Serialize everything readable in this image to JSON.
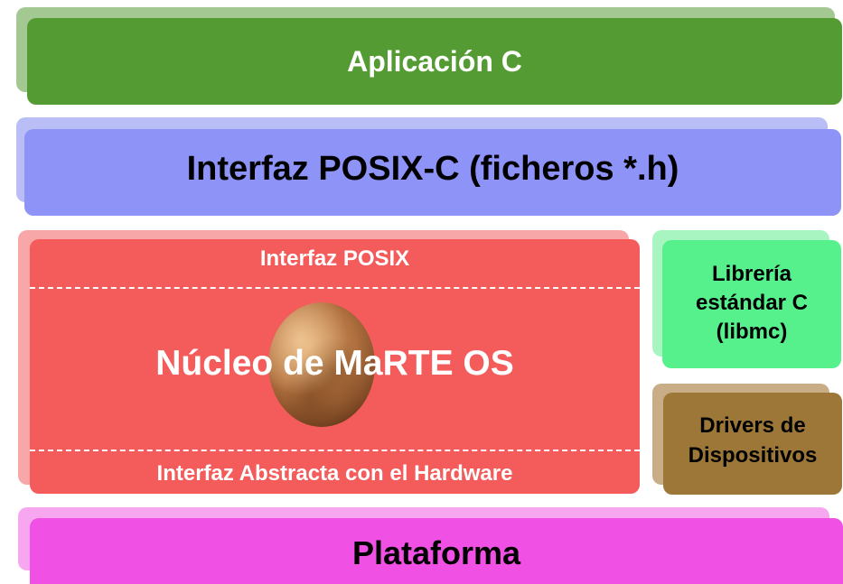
{
  "layers": {
    "app": {
      "label": "Aplicación C"
    },
    "posix_c": {
      "label": "Interfaz POSIX-C (ficheros *.h)"
    },
    "kernel": {
      "top_label": "Interfaz POSIX",
      "main_label": "Núcleo de MaRTE OS",
      "bottom_label": "Interfaz Abstracta con el Hardware"
    },
    "libc": {
      "line1": "Librería",
      "line2": "estándar C",
      "line3": "(libmc)"
    },
    "drivers": {
      "line1": "Drivers de",
      "line2": "Dispositivos"
    },
    "platform": {
      "label": "Plataforma"
    }
  },
  "colors": {
    "app": "#559b33",
    "posix_c": "#8d93f7",
    "kernel": "#f45b5b",
    "libc": "#56f08d",
    "drivers": "#9c7737",
    "platform": "#f050e3"
  }
}
